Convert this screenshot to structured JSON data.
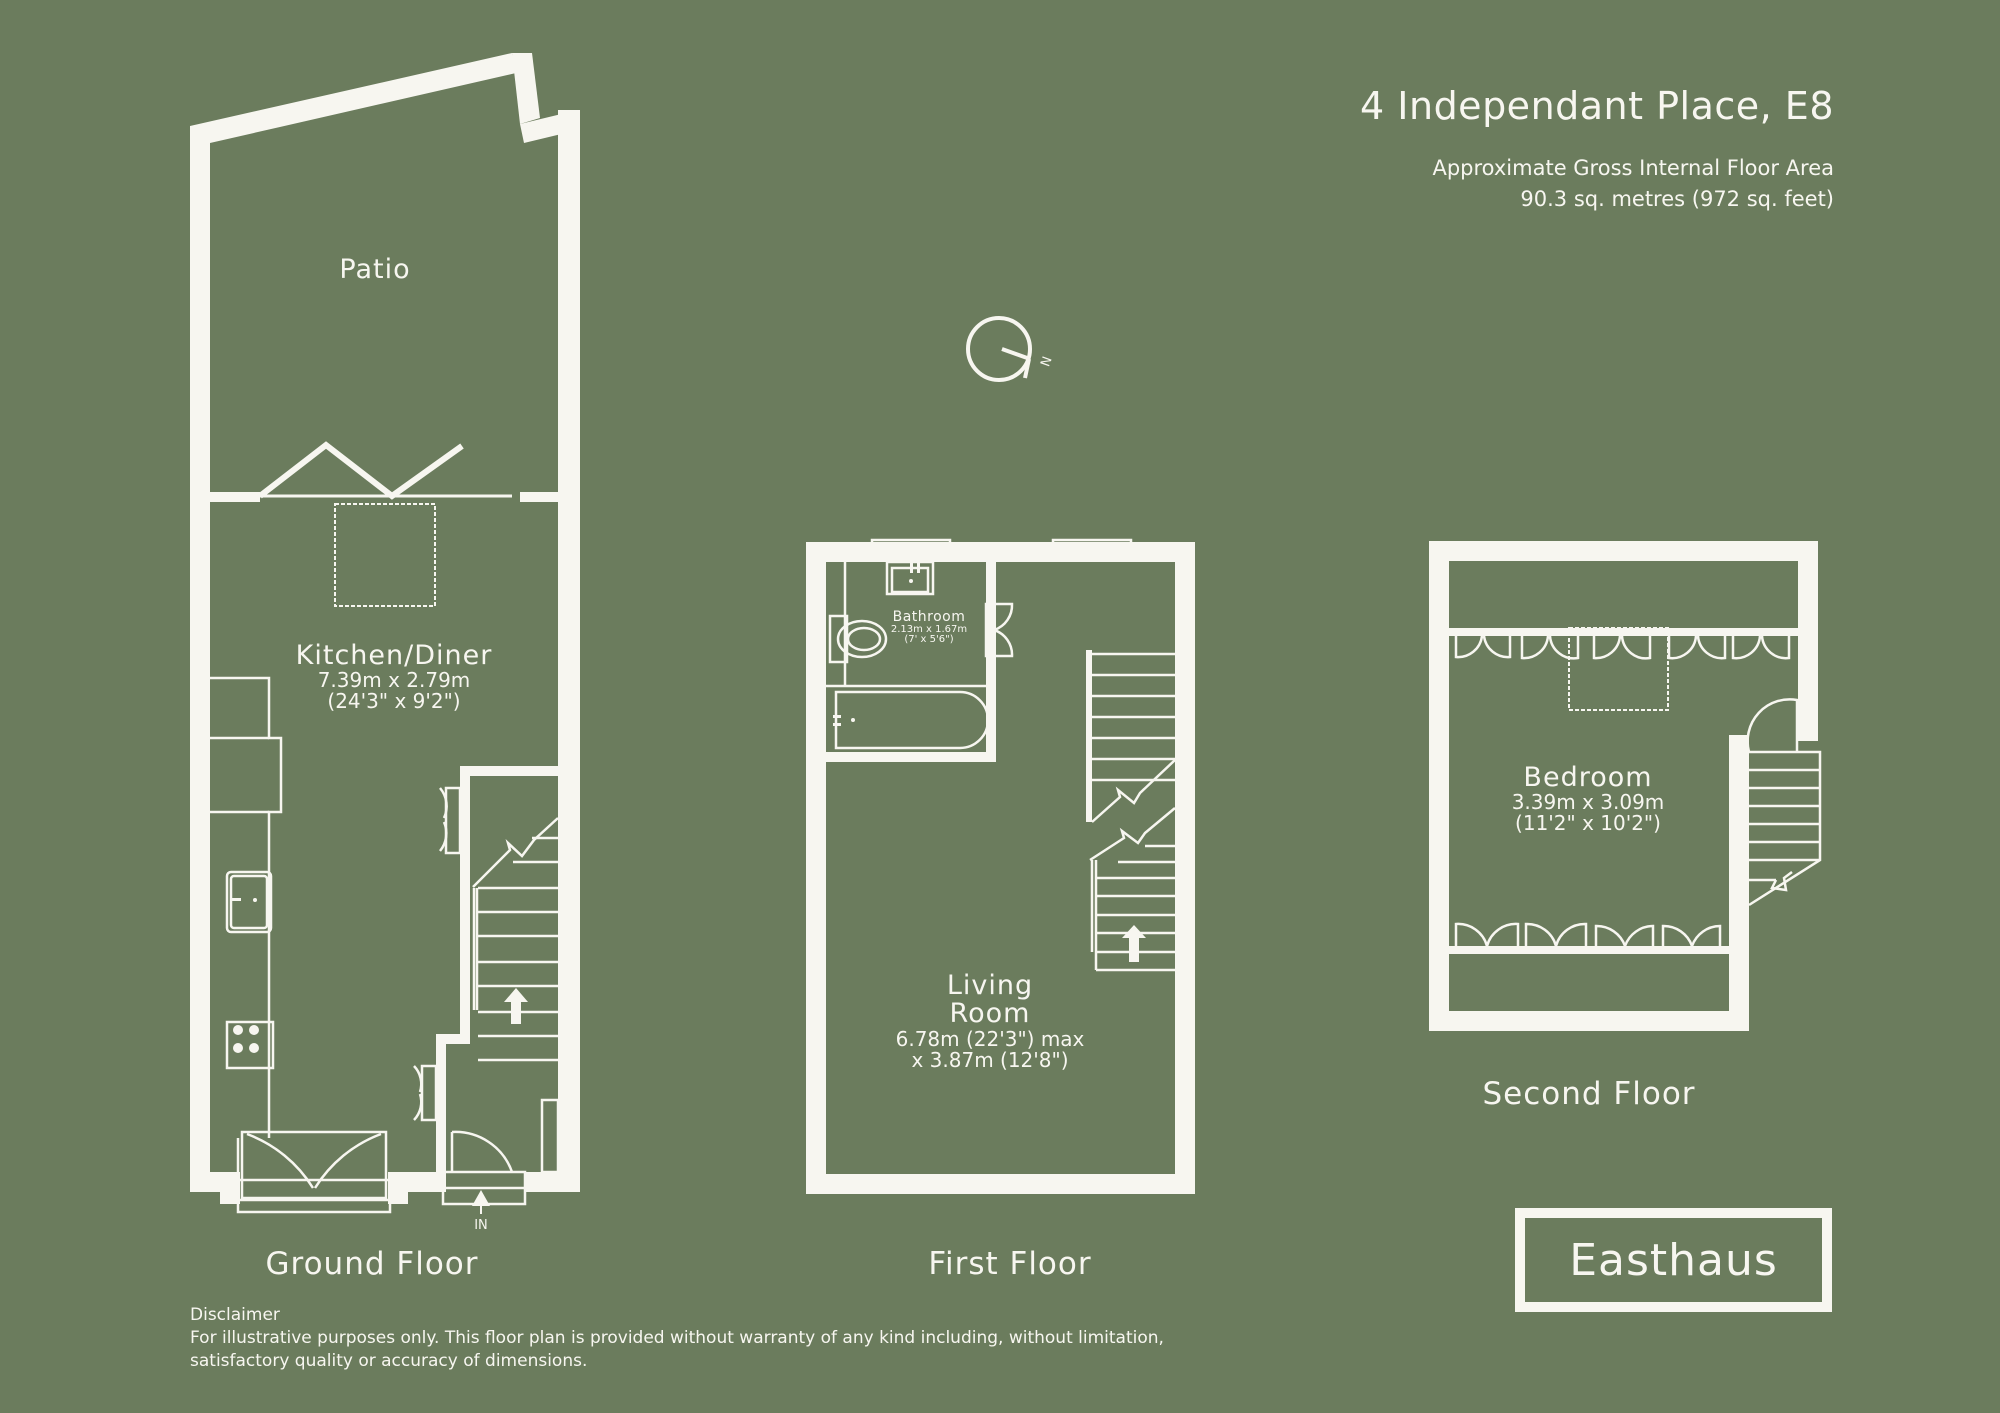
{
  "header": {
    "address": "4 Independant Place, E8",
    "area_label": "Approximate Gross Internal Floor Area",
    "area_value": "90.3 sq. metres (972 sq. feet)"
  },
  "colors": {
    "background": "#6B7C5D",
    "line": "#F7F6F0"
  },
  "compass": {
    "icon": "north-compass-icon",
    "label": "N"
  },
  "floors": [
    {
      "label": "Ground Floor",
      "rooms": [
        {
          "name": "Patio",
          "dimensions_metric": "",
          "dimensions_imperial": ""
        },
        {
          "name": "Kitchen/Diner",
          "dimensions_metric": "7.39m x 2.79m",
          "dimensions_imperial": "(24'3\" x 9'2\")"
        }
      ],
      "entrance_label": "IN"
    },
    {
      "label": "First Floor",
      "rooms": [
        {
          "name": "Bathroom",
          "dimensions_metric": "2.13m x 1.67m",
          "dimensions_imperial": "(7' x 5'6\")"
        },
        {
          "name_line1": "Living",
          "name_line2": "Room",
          "dimensions_metric": "6.78m (22'3\") max",
          "dimensions_imperial": "x 3.87m (12'8\")"
        }
      ]
    },
    {
      "label": "Second Floor",
      "rooms": [
        {
          "name": "Bedroom",
          "dimensions_metric": "3.39m x 3.09m",
          "dimensions_imperial": "(11'2\" x 10'2\")"
        }
      ]
    }
  ],
  "disclaimer": {
    "heading": "Disclaimer",
    "text": "For illustrative purposes only. This floor plan is provided without warranty of any kind including, without limitation, satisfactory quality or accuracy of dimensions."
  },
  "brand": {
    "name": "Easthaus"
  }
}
